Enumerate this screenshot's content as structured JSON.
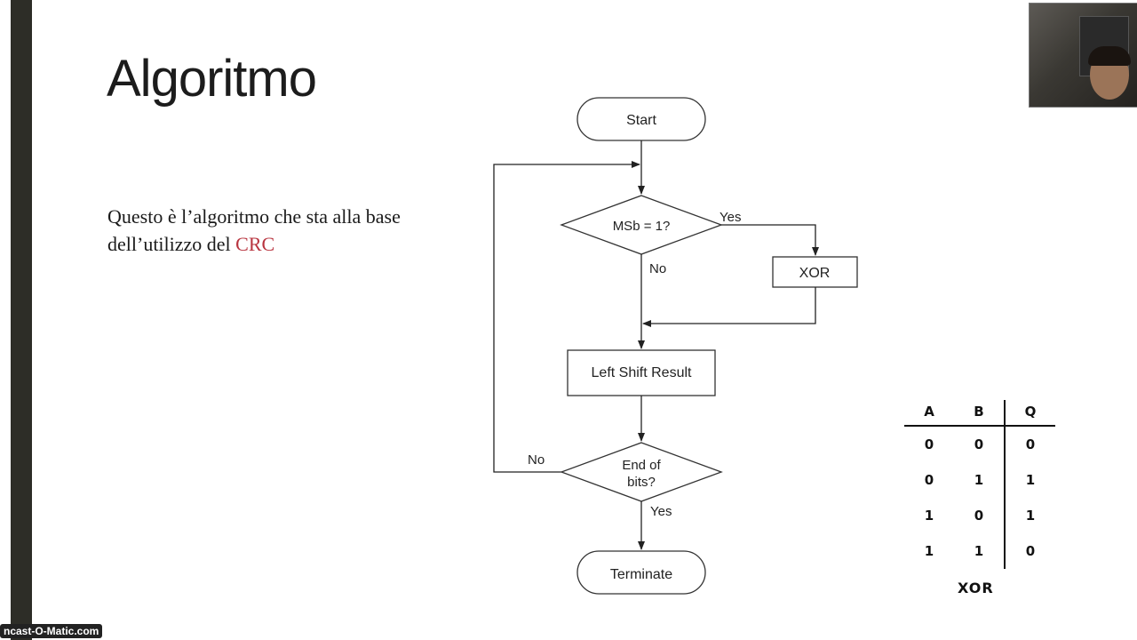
{
  "slide": {
    "title": "Algoritmo",
    "body_line1": "Questo è l’algoritmo che sta alla base",
    "body_line2_prefix": "dell’utilizzo del ",
    "body_highlight": "CRC",
    "highlight_color": "#b8343f"
  },
  "flowchart": {
    "start": "Start",
    "decision_msb": "MSb = 1?",
    "yes_label_1": "Yes",
    "no_label_1": "No",
    "xor_box": "XOR",
    "shift_box": "Left Shift Result",
    "decision_end_line1": "End of",
    "decision_end_line2": "bits?",
    "no_label_2": "No",
    "yes_label_2": "Yes",
    "terminate": "Terminate"
  },
  "xor_table": {
    "headers": [
      "A",
      "B",
      "Q"
    ],
    "rows": [
      [
        "0",
        "0",
        "0"
      ],
      [
        "0",
        "1",
        "1"
      ],
      [
        "1",
        "0",
        "1"
      ],
      [
        "1",
        "1",
        "0"
      ]
    ],
    "caption": "XOR"
  },
  "watermark": "ncast-O-Matic.com",
  "icons": {
    "webcam": "webcam-video-icon"
  }
}
